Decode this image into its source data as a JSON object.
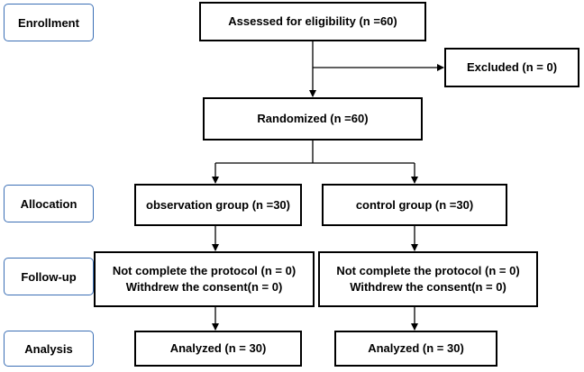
{
  "stages": {
    "enrollment": "Enrollment",
    "allocation": "Allocation",
    "follow_up": "Follow-up",
    "analysis": "Analysis"
  },
  "boxes": {
    "assessed": "Assessed for eligibility (n =60)",
    "excluded": "Excluded (n = 0)",
    "randomized": "Randomized (n =60)",
    "observation_group": "observation group (n =30)",
    "control_group": "control group (n =30)",
    "followup_left": {
      "line1": "Not complete the protocol (n = 0)",
      "line2": "Withdrew the consent(n = 0)"
    },
    "followup_right": {
      "line1": "Not complete the protocol (n = 0)",
      "line2": "Withdrew the consent(n = 0)"
    },
    "analyzed_left": "Analyzed (n = 30)",
    "analyzed_right": "Analyzed (n = 30)"
  }
}
